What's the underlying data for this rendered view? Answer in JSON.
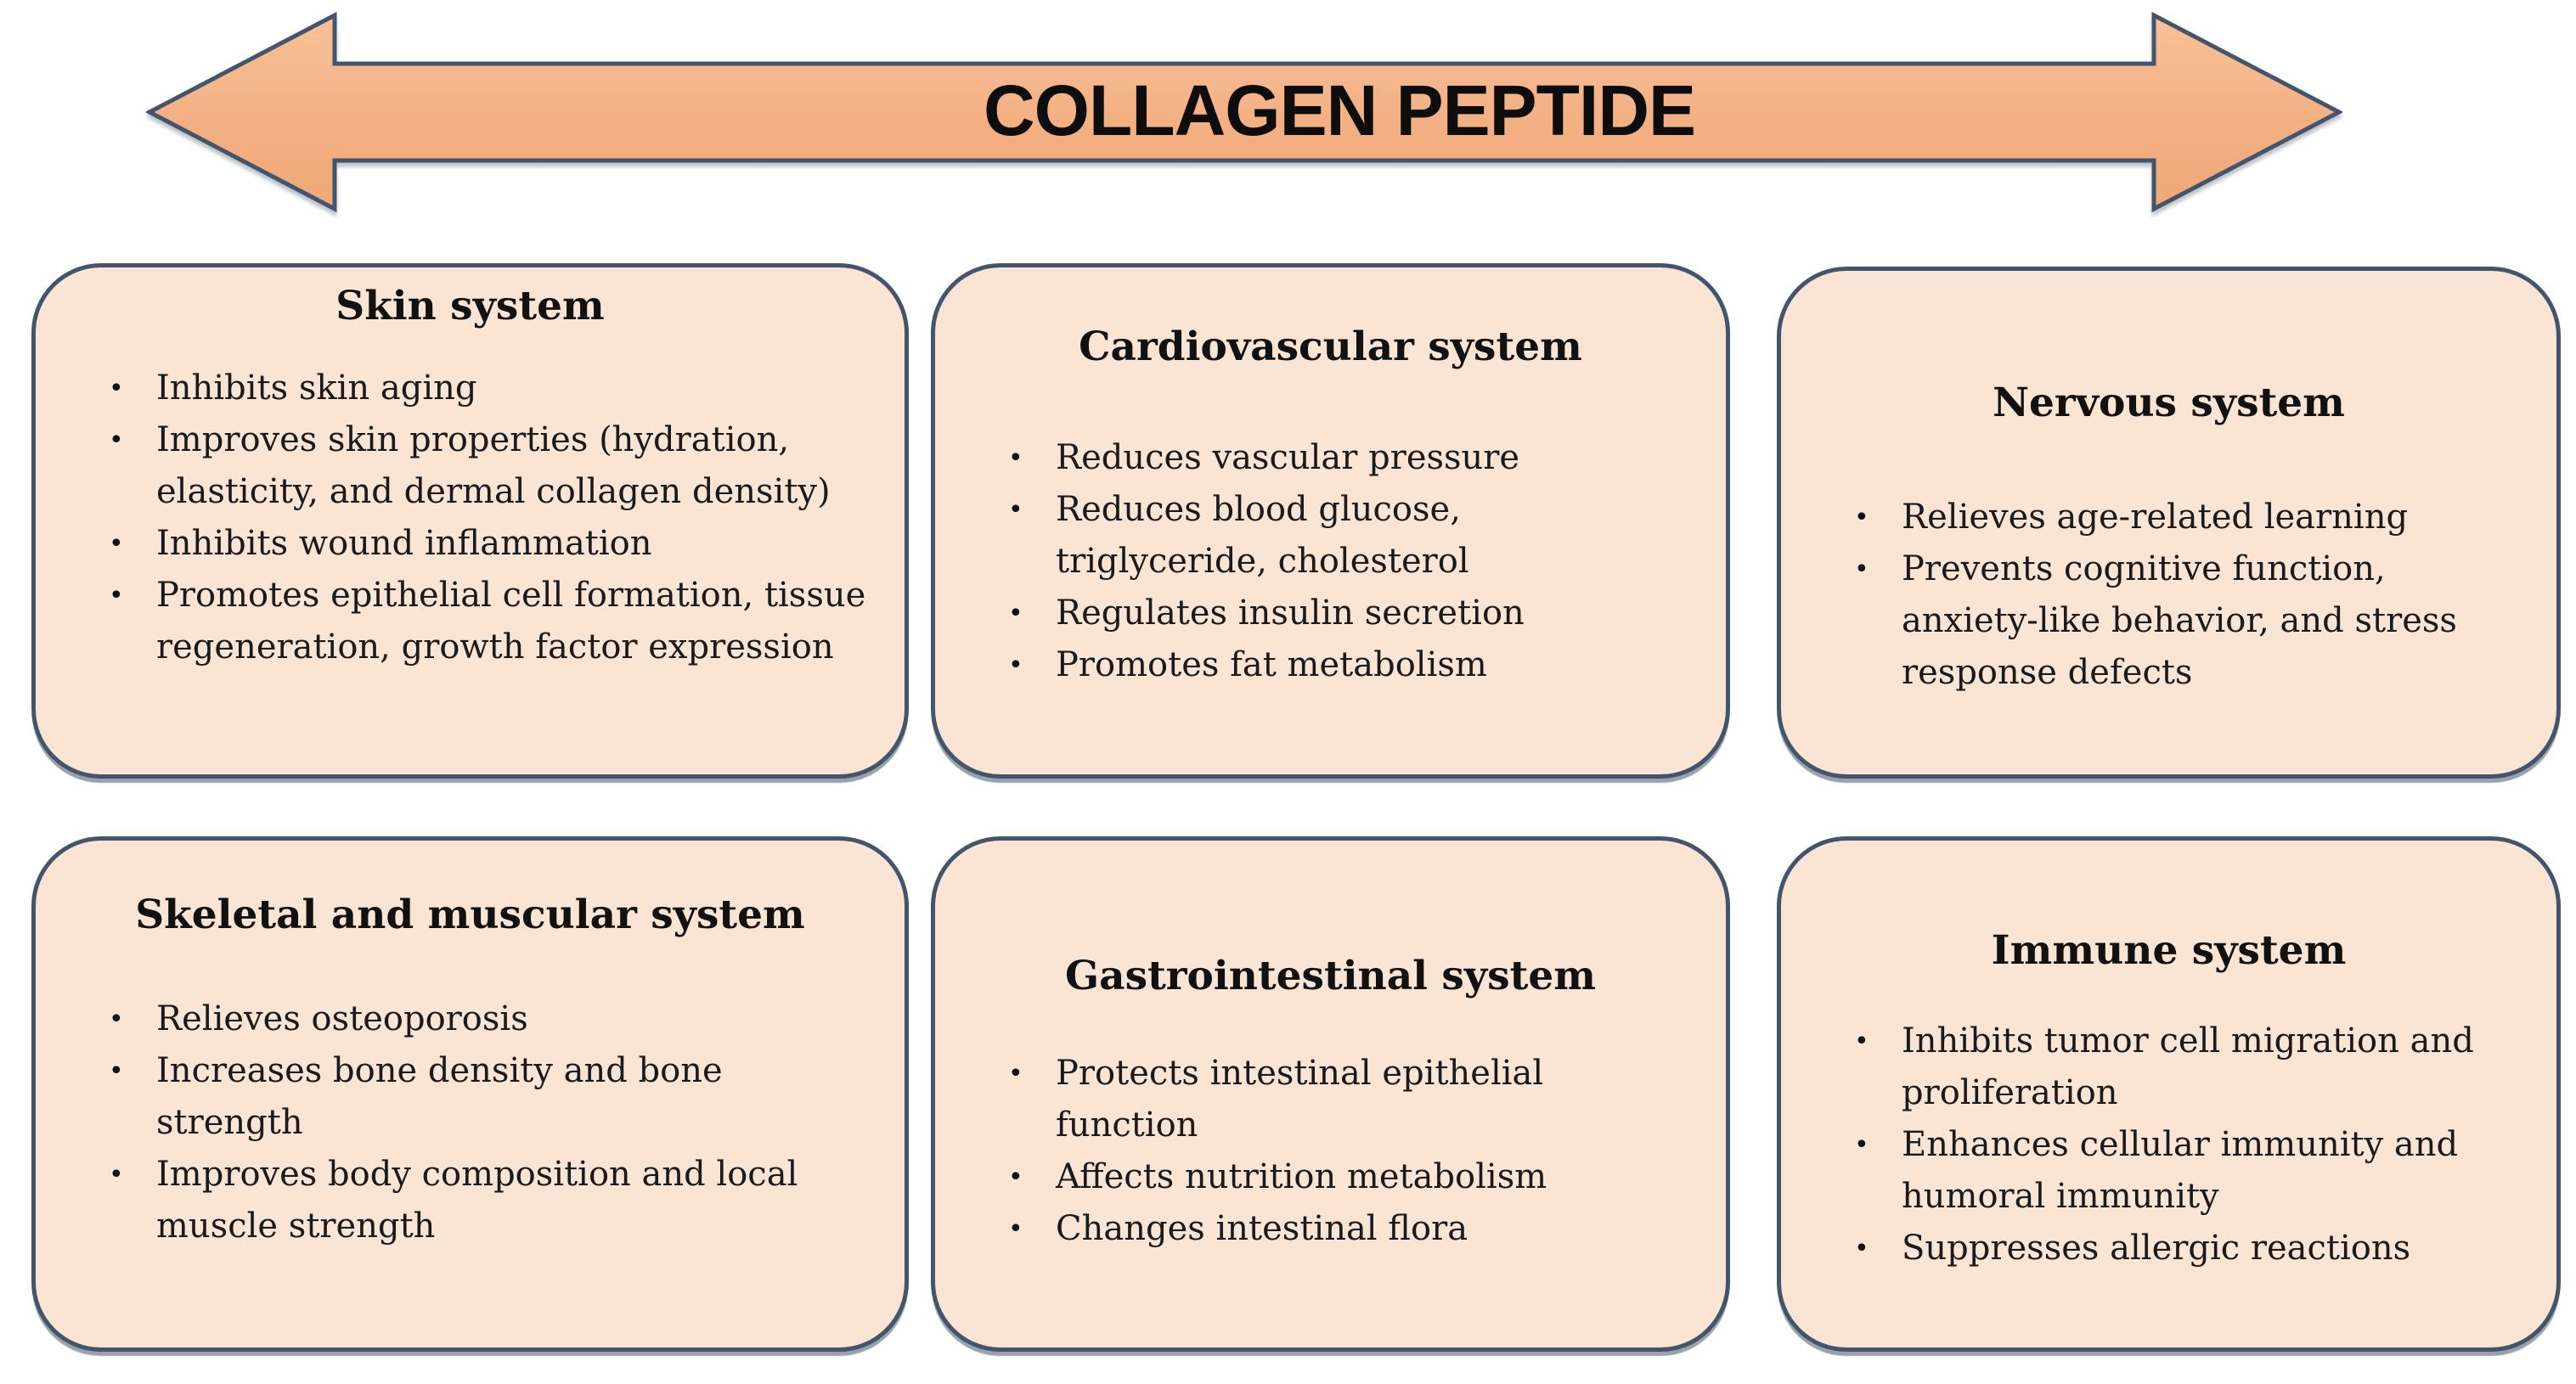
{
  "banner": {
    "label": "COLLAGEN PEPTIDE"
  },
  "colors": {
    "arrow_fill_top": "#F7C197",
    "arrow_fill_bottom": "#EFA877",
    "outline": "#44546A",
    "box_fill": "#FAE4D4",
    "text": "#1A1A1A"
  },
  "boxes": [
    {
      "title": "Skin system",
      "bullets": [
        "Inhibits skin aging",
        "Improves skin properties (hydration, elasticity, and dermal collagen density)",
        "Inhibits wound inflammation",
        "Promotes epithelial cell formation, tissue regeneration, growth factor expression"
      ]
    },
    {
      "title": "Cardiovascular system",
      "bullets": [
        "Reduces vascular pressure",
        "Reduces blood glucose, triglyceride, cholesterol",
        "Regulates insulin secretion",
        "Promotes fat metabolism"
      ]
    },
    {
      "title": "Nervous system",
      "bullets": [
        "Relieves age-related learning",
        "Prevents cognitive function, anxiety-like behavior, and stress response defects"
      ]
    },
    {
      "title": "Skeletal and muscular system",
      "bullets": [
        "Relieves osteoporosis",
        "Increases bone density and bone strength",
        "Improves body composition and local muscle strength"
      ]
    },
    {
      "title": "Gastrointestinal system",
      "bullets": [
        "Protects intestinal epithelial function",
        "Affects nutrition metabolism",
        "Changes intestinal flora"
      ]
    },
    {
      "title": "Immune system",
      "bullets": [
        "Inhibits tumor cell migration and proliferation",
        "Enhances cellular immunity and humoral immunity",
        "Suppresses allergic reactions"
      ]
    }
  ]
}
